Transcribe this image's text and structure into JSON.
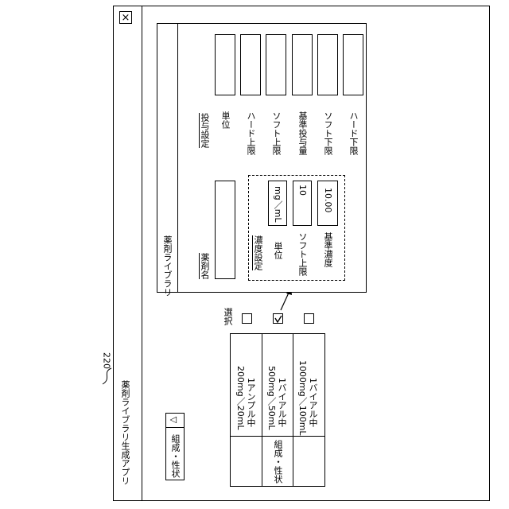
{
  "ref_number": "220",
  "window": {
    "title": "薬剤ライブラリ生成アプリ",
    "close_glyph": "×"
  },
  "dropdown": {
    "value": "組成・性状",
    "arrow_glyph": "▽"
  },
  "select_header": "選択",
  "table": {
    "row_header": "組成・性状",
    "rows": [
      {
        "line1": "1アンプル中",
        "line2": "200mg／20mL",
        "checked": false
      },
      {
        "line1": "1バイアル中",
        "line2": "500mg／50mL",
        "checked": true
      },
      {
        "line1": "1バイアル中",
        "line2": "1000mg／100mL",
        "checked": false
      }
    ]
  },
  "library": {
    "title": "薬剤ライブラリ",
    "drug_name_label": "薬剤名",
    "drug_name_value": "",
    "concentration": {
      "title": "濃度設定",
      "unit_label": "単位",
      "unit_value": "mg／mL",
      "soft_upper_label": "ソフト上限",
      "soft_upper_value": "10",
      "standard_label": "基準濃度",
      "standard_value": "10.00"
    },
    "dosing": {
      "title": "投与設定",
      "fields": [
        {
          "label": "単位",
          "value": ""
        },
        {
          "label": "ハード上限",
          "value": ""
        },
        {
          "label": "ソフト上限",
          "value": ""
        },
        {
          "label": "基準投与量",
          "value": ""
        },
        {
          "label": "ソフト下限",
          "value": ""
        },
        {
          "label": "ハード下限",
          "value": ""
        }
      ]
    }
  }
}
